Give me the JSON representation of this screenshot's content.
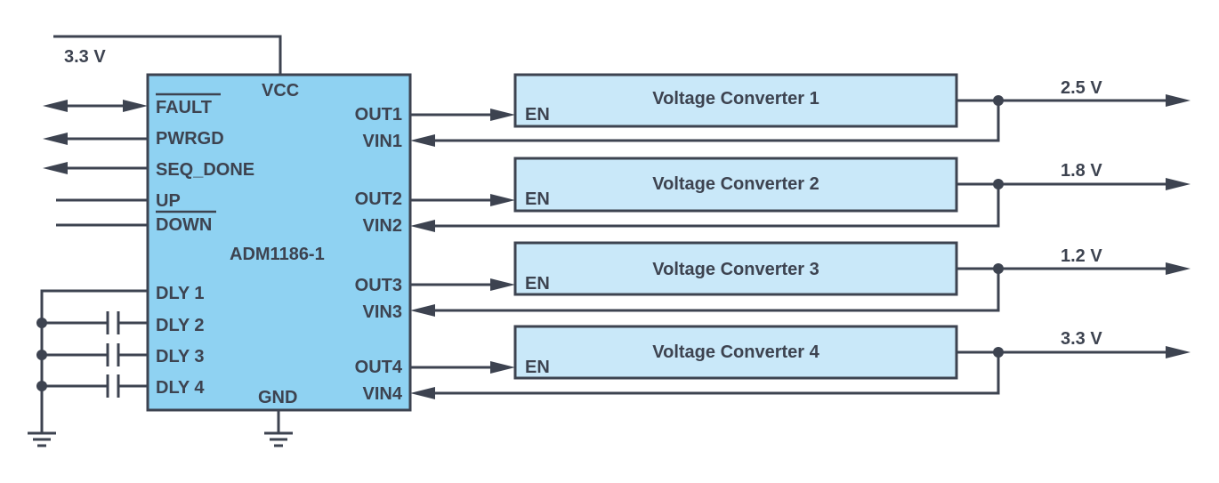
{
  "colors": {
    "ink": "#3d4350",
    "chip_fill": "#8fd2f2",
    "converter_fill": "#c9e8f9"
  },
  "supply": {
    "label": "3.3 V"
  },
  "chip": {
    "name": "ADM1186-1",
    "vcc": "VCC",
    "gnd": "GND",
    "left_pins": [
      "FAULT",
      "PWRGD",
      "SEQ_DONE",
      "UP",
      "DOWN",
      "DLY 1",
      "DLY 2",
      "DLY 3",
      "DLY 4"
    ],
    "right_pins": [
      {
        "out": "OUT1",
        "vin": "VIN1"
      },
      {
        "out": "OUT2",
        "vin": "VIN2"
      },
      {
        "out": "OUT3",
        "vin": "VIN3"
      },
      {
        "out": "OUT4",
        "vin": "VIN4"
      }
    ]
  },
  "converters": [
    {
      "name": "Voltage Converter 1",
      "en": "EN",
      "output": "2.5 V"
    },
    {
      "name": "Voltage Converter 2",
      "en": "EN",
      "output": "1.8 V"
    },
    {
      "name": "Voltage Converter 3",
      "en": "EN",
      "output": "1.2 V"
    },
    {
      "name": "Voltage Converter 4",
      "en": "EN",
      "output": "3.3 V"
    }
  ]
}
